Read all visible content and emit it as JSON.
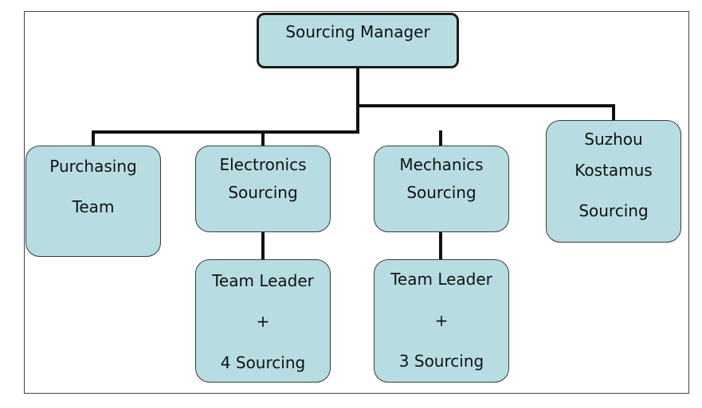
{
  "diagram": {
    "root": {
      "line1": "Sourcing Manager"
    },
    "purchasing": {
      "line1": "Purchasing",
      "line2": "Team"
    },
    "electronics": {
      "line1": "Electronics",
      "line2": "Sourcing"
    },
    "mechanics": {
      "line1": "Mechanics",
      "line2": "Sourcing"
    },
    "suzhou": {
      "line1": "Suzhou",
      "line2": "Kostamus",
      "line3": "Sourcing"
    },
    "electronics_team": {
      "line1": "Team Leader",
      "line2": "+",
      "line3": "4 Sourcing"
    },
    "mechanics_team": {
      "line1": "Team Leader",
      "line2": "+",
      "line3": "3 Sourcing"
    }
  },
  "colors": {
    "node_fill": "#b7dde2",
    "connector": "#111111"
  }
}
